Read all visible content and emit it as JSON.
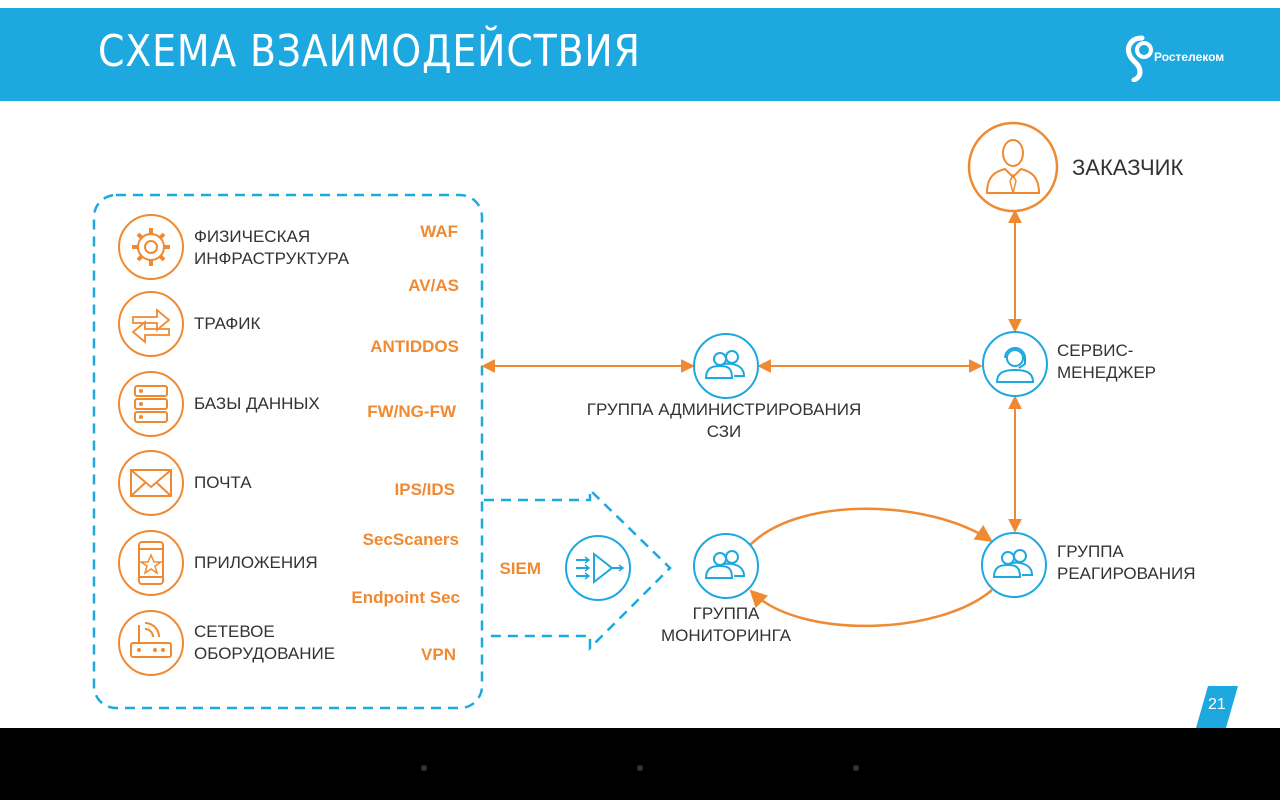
{
  "header": {
    "title": "СХЕМА ВЗАИМОДЕЙСТВИЯ",
    "logo_text": "Ростелеком"
  },
  "assets": [
    {
      "label": "ФИЗИЧЕСКАЯ\nИНФРАСТРУКТУРА",
      "icon": "gear-icon"
    },
    {
      "label": "ТРАФИК",
      "icon": "traffic-arrows-icon"
    },
    {
      "label": "БАЗЫ ДАННЫХ",
      "icon": "database-icon"
    },
    {
      "label": "ПОЧТА",
      "icon": "mail-icon"
    },
    {
      "label": "ПРИЛОЖЕНИЯ",
      "icon": "mobile-app-icon"
    },
    {
      "label": "СЕТЕВОЕ\nОБОРУДОВАНИЕ",
      "icon": "router-icon"
    }
  ],
  "tools": [
    "WAF",
    "AV/AS",
    "ANTIDDOS",
    "FW/NG-FW",
    "IPS/IDS",
    "SecScaners",
    "Endpoint Sec",
    "VPN"
  ],
  "siem": {
    "label": "SIEM",
    "icon": "siem-filter-icon"
  },
  "nodes": {
    "customer": {
      "label": "ЗАКАЗЧИК",
      "icon": "businessman-icon"
    },
    "admin_group": {
      "label": "ГРУППА АДМИНИСТРИРОВАНИЯ\nСЗИ",
      "icon": "group-icon"
    },
    "service_manager": {
      "label": "СЕРВИС-\nМЕНЕДЖЕР",
      "icon": "headset-operator-icon"
    },
    "monitoring_group": {
      "label": "ГРУППА\nМОНИТОРИНГА",
      "icon": "group-icon"
    },
    "response_group": {
      "label": "ГРУППА\nРЕАГИРОВАНИЯ",
      "icon": "group-icon"
    }
  },
  "colors": {
    "orange": "#f08a32",
    "blue": "#1ea8e0",
    "text": "#333333"
  },
  "page_number": "21"
}
